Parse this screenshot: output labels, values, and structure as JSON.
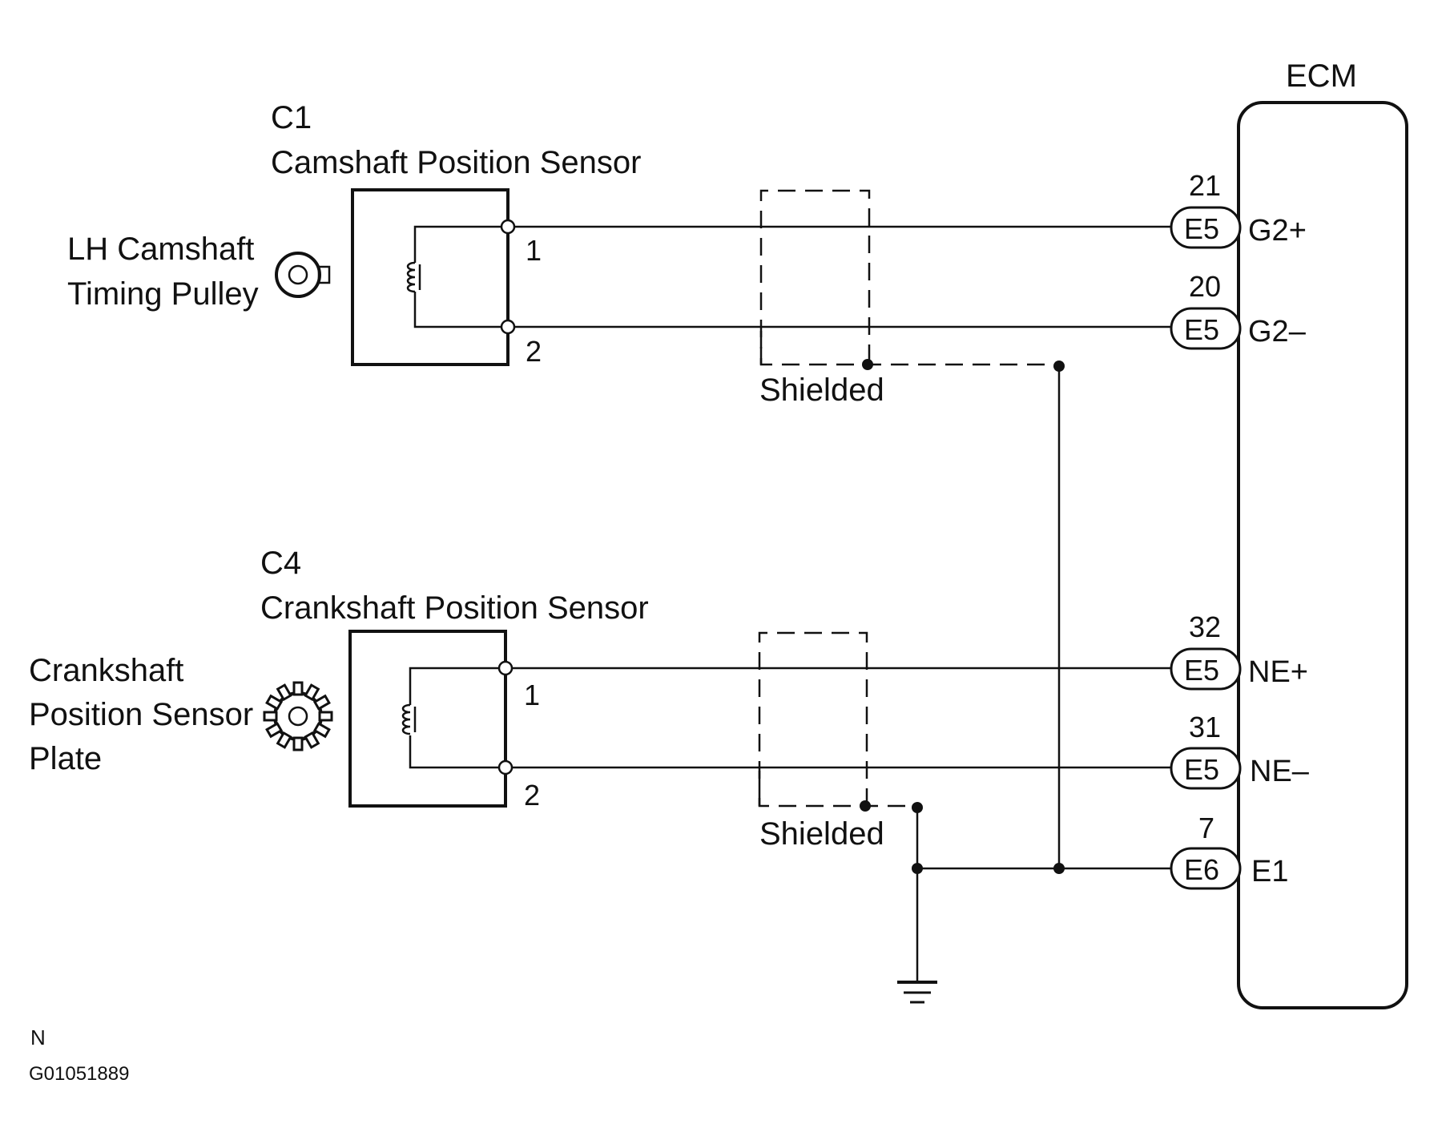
{
  "ecm": {
    "title": "ECM"
  },
  "cam_sensor": {
    "code": "C1",
    "name": "Camshaft Position Sensor",
    "target_line1": "LH Camshaft",
    "target_line2": "Timing Pulley",
    "pin1": "1",
    "pin2": "2"
  },
  "crank_sensor": {
    "code": "C4",
    "name": "Crankshaft Position Sensor",
    "target_line1": "Crankshaft",
    "target_line2": "Position Sensor",
    "target_line3": "Plate",
    "pin1": "1",
    "pin2": "2"
  },
  "shield_label": "Shielded",
  "terminals": [
    {
      "pin": "21",
      "connector": "E5",
      "signal": "G2+"
    },
    {
      "pin": "20",
      "connector": "E5",
      "signal": "G2–"
    },
    {
      "pin": "32",
      "connector": "E5",
      "signal": "NE+"
    },
    {
      "pin": "31",
      "connector": "E5",
      "signal": "NE–"
    },
    {
      "pin": "7",
      "connector": "E6",
      "signal": "E1"
    }
  ],
  "footer": {
    "orientation": "N",
    "figure_id": "G01051889"
  }
}
